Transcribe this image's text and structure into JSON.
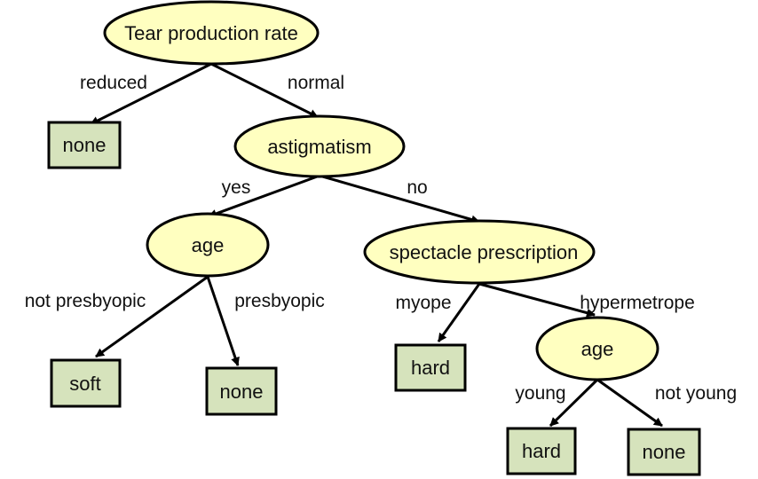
{
  "colors": {
    "decision_fill": "#ffffc0",
    "leaf_fill": "#d6e3bc",
    "stroke": "#000000",
    "text": "#111111"
  },
  "nodes": {
    "tear_rate": "Tear production rate",
    "astigmatism": "astigmatism",
    "age_1": "age",
    "spectacle": "spectacle prescription",
    "age_2": "age",
    "leaf_none_1": "none",
    "leaf_soft": "soft",
    "leaf_none_2": "none",
    "leaf_hard_1": "hard",
    "leaf_hard_2": "hard",
    "leaf_none_3": "none"
  },
  "edges": {
    "reduced": "reduced",
    "normal": "normal",
    "yes": "yes",
    "no": "no",
    "not_presbyopic": "not presbyopic",
    "presbyopic": "presbyopic",
    "myope": "myope",
    "hypermetrope": "hypermetrope",
    "young": "young",
    "not_young": "not young"
  }
}
